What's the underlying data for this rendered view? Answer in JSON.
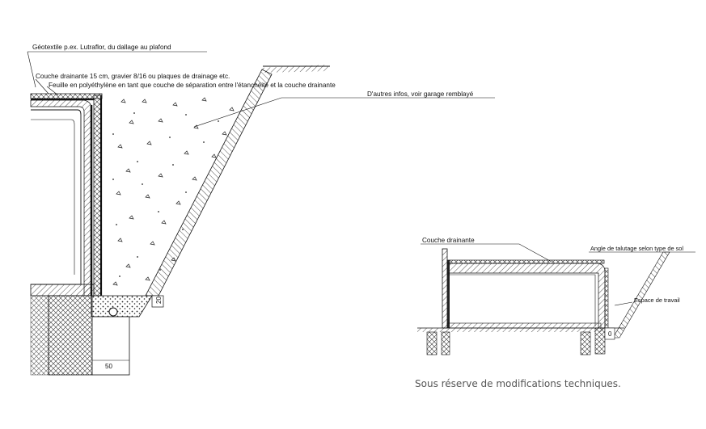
{
  "left_section": {
    "labels": {
      "geotextile": "Géotextile p.ex. Lutraflor, du dallage au plafond",
      "drain_layer": "Couche drainante 15 cm, gravier 8/16 ou plaques de drainage etc.",
      "foil": "Feuille en polyéthylène en tant que couche de séparation entre l'étanchéité et la couche drainante",
      "more_info": "D'autres infos, voir garage remblayé"
    },
    "dimensions": {
      "footing_width": "50",
      "drain_height": "20"
    }
  },
  "right_section": {
    "labels": {
      "drain_layer": "Couche drainante",
      "slope_angle": "Angle de talutage selon type de sol",
      "work_space": "Espace de travail"
    },
    "dimensions": {
      "drain_height": "0"
    }
  },
  "footer": {
    "note": "Sous réserve de modifications techniques."
  }
}
